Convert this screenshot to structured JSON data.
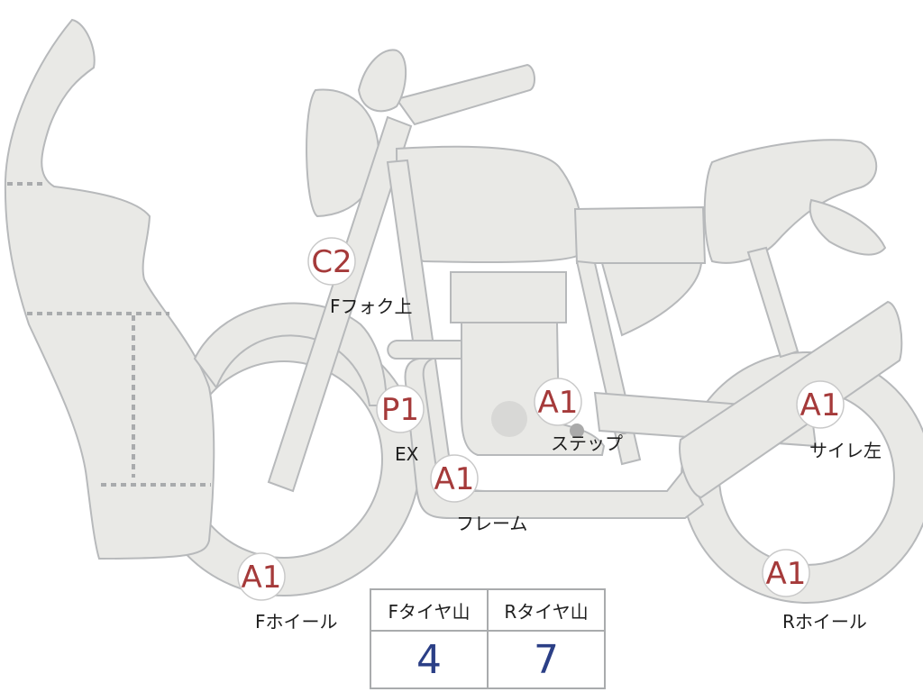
{
  "badges": {
    "fork_upper": "C2",
    "exhaust": "P1",
    "step": "A1",
    "frame": "A1",
    "swingarm_left": "A1",
    "front_wheel": "A1",
    "rear_wheel": "A1"
  },
  "labels": {
    "fork_upper": "Fフォク上",
    "exhaust": "EX",
    "step": "ステップ",
    "frame": "フレーム",
    "swingarm_left": "サイレ左",
    "front_wheel": "Fホイール",
    "rear_wheel": "Rホイール"
  },
  "tire_table": {
    "front_header": "Fタイヤ山",
    "rear_header": "Rタイヤ山",
    "front_value": "4",
    "rear_value": "7"
  },
  "colors": {
    "part_fill": "#e9e9e6",
    "part_stroke": "#b7b9bb",
    "badge_text": "#a53a3a",
    "value_text": "#2b3f86"
  }
}
